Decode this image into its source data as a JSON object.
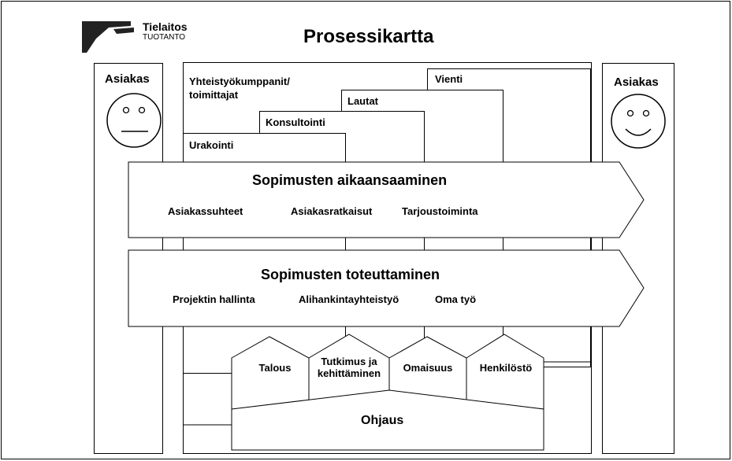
{
  "header": {
    "org_name": "Tielaitos",
    "org_sub": "TUOTANTO",
    "title": "Prosessikartta"
  },
  "customers": {
    "left_label": "Asiakas",
    "right_label": "Asiakas"
  },
  "suppliers": {
    "partners": "Yhteistyökumppanit/\ntoimittajat",
    "vienti": "Vienti",
    "lautat": "Lautat",
    "konsultointi": "Konsultointi",
    "urakointi": "Urakointi"
  },
  "process1": {
    "title": "Sopimusten aikaansaaminen",
    "items": [
      "Asiakassuhteet",
      "Asiakasratkaisut",
      "Tarjoustoiminta"
    ]
  },
  "process2": {
    "title": "Sopimusten toteuttaminen",
    "items": [
      "Projektin hallinta",
      "Alihankintayhteistyö",
      "Oma työ"
    ]
  },
  "support": {
    "items": [
      "Talous",
      "Tutkimus ja kehittäminen",
      "Omaisuus",
      "Henkilöstö"
    ],
    "base": "Ohjaus"
  }
}
